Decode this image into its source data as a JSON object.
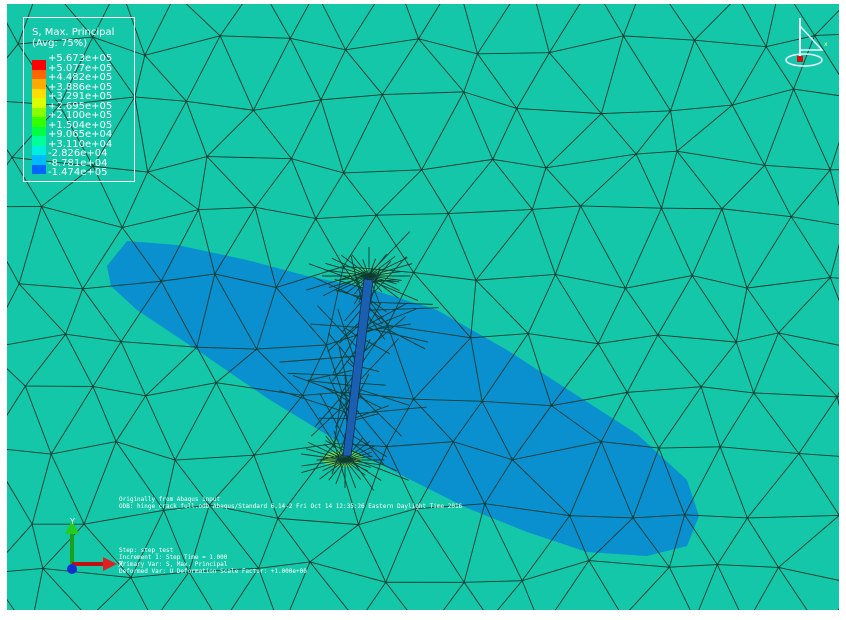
{
  "legend": {
    "title_line1": "S, Max. Principal",
    "title_line2": "(Avg: 75%)",
    "values": [
      "+5.673e+05",
      "+5.077e+05",
      "+4.482e+05",
      "+3.886e+05",
      "+3.291e+05",
      "+2.695e+05",
      "+2.100e+05",
      "+1.504e+05",
      "+9.065e+04",
      "+3.110e+04",
      "-2.826e+04",
      "-8.781e+04",
      "-1.474e+05"
    ],
    "colors": [
      "#ff0000",
      "#ff6600",
      "#ffaa00",
      "#ffdd00",
      "#d9ff00",
      "#88ff00",
      "#33ff00",
      "#00ff44",
      "#00ff99",
      "#00eedd",
      "#00bbff",
      "#0066ff",
      "#0000ff"
    ]
  },
  "info_top": {
    "line1": "Originally from Abaqus input",
    "line2": "ODB: hinge_crack_full.odb    Abaqus/Standard 6.14-2    Fri Oct 14 12:35:26 Eastern Daylight Time 2016"
  },
  "info_bottom": {
    "line1": "Step: step_test",
    "line2": "Increment     1: Step Time =    1.000",
    "line3": "Primary Var: S, Max. Principal",
    "line4": "Deformed Var: U   Deformation Scale Factor: +1.000e+00"
  },
  "triad": {
    "y_label": "Y",
    "x_label": "X"
  },
  "colors": {
    "background": "#14c7a8",
    "stress_region": "#0a8fcf"
  }
}
